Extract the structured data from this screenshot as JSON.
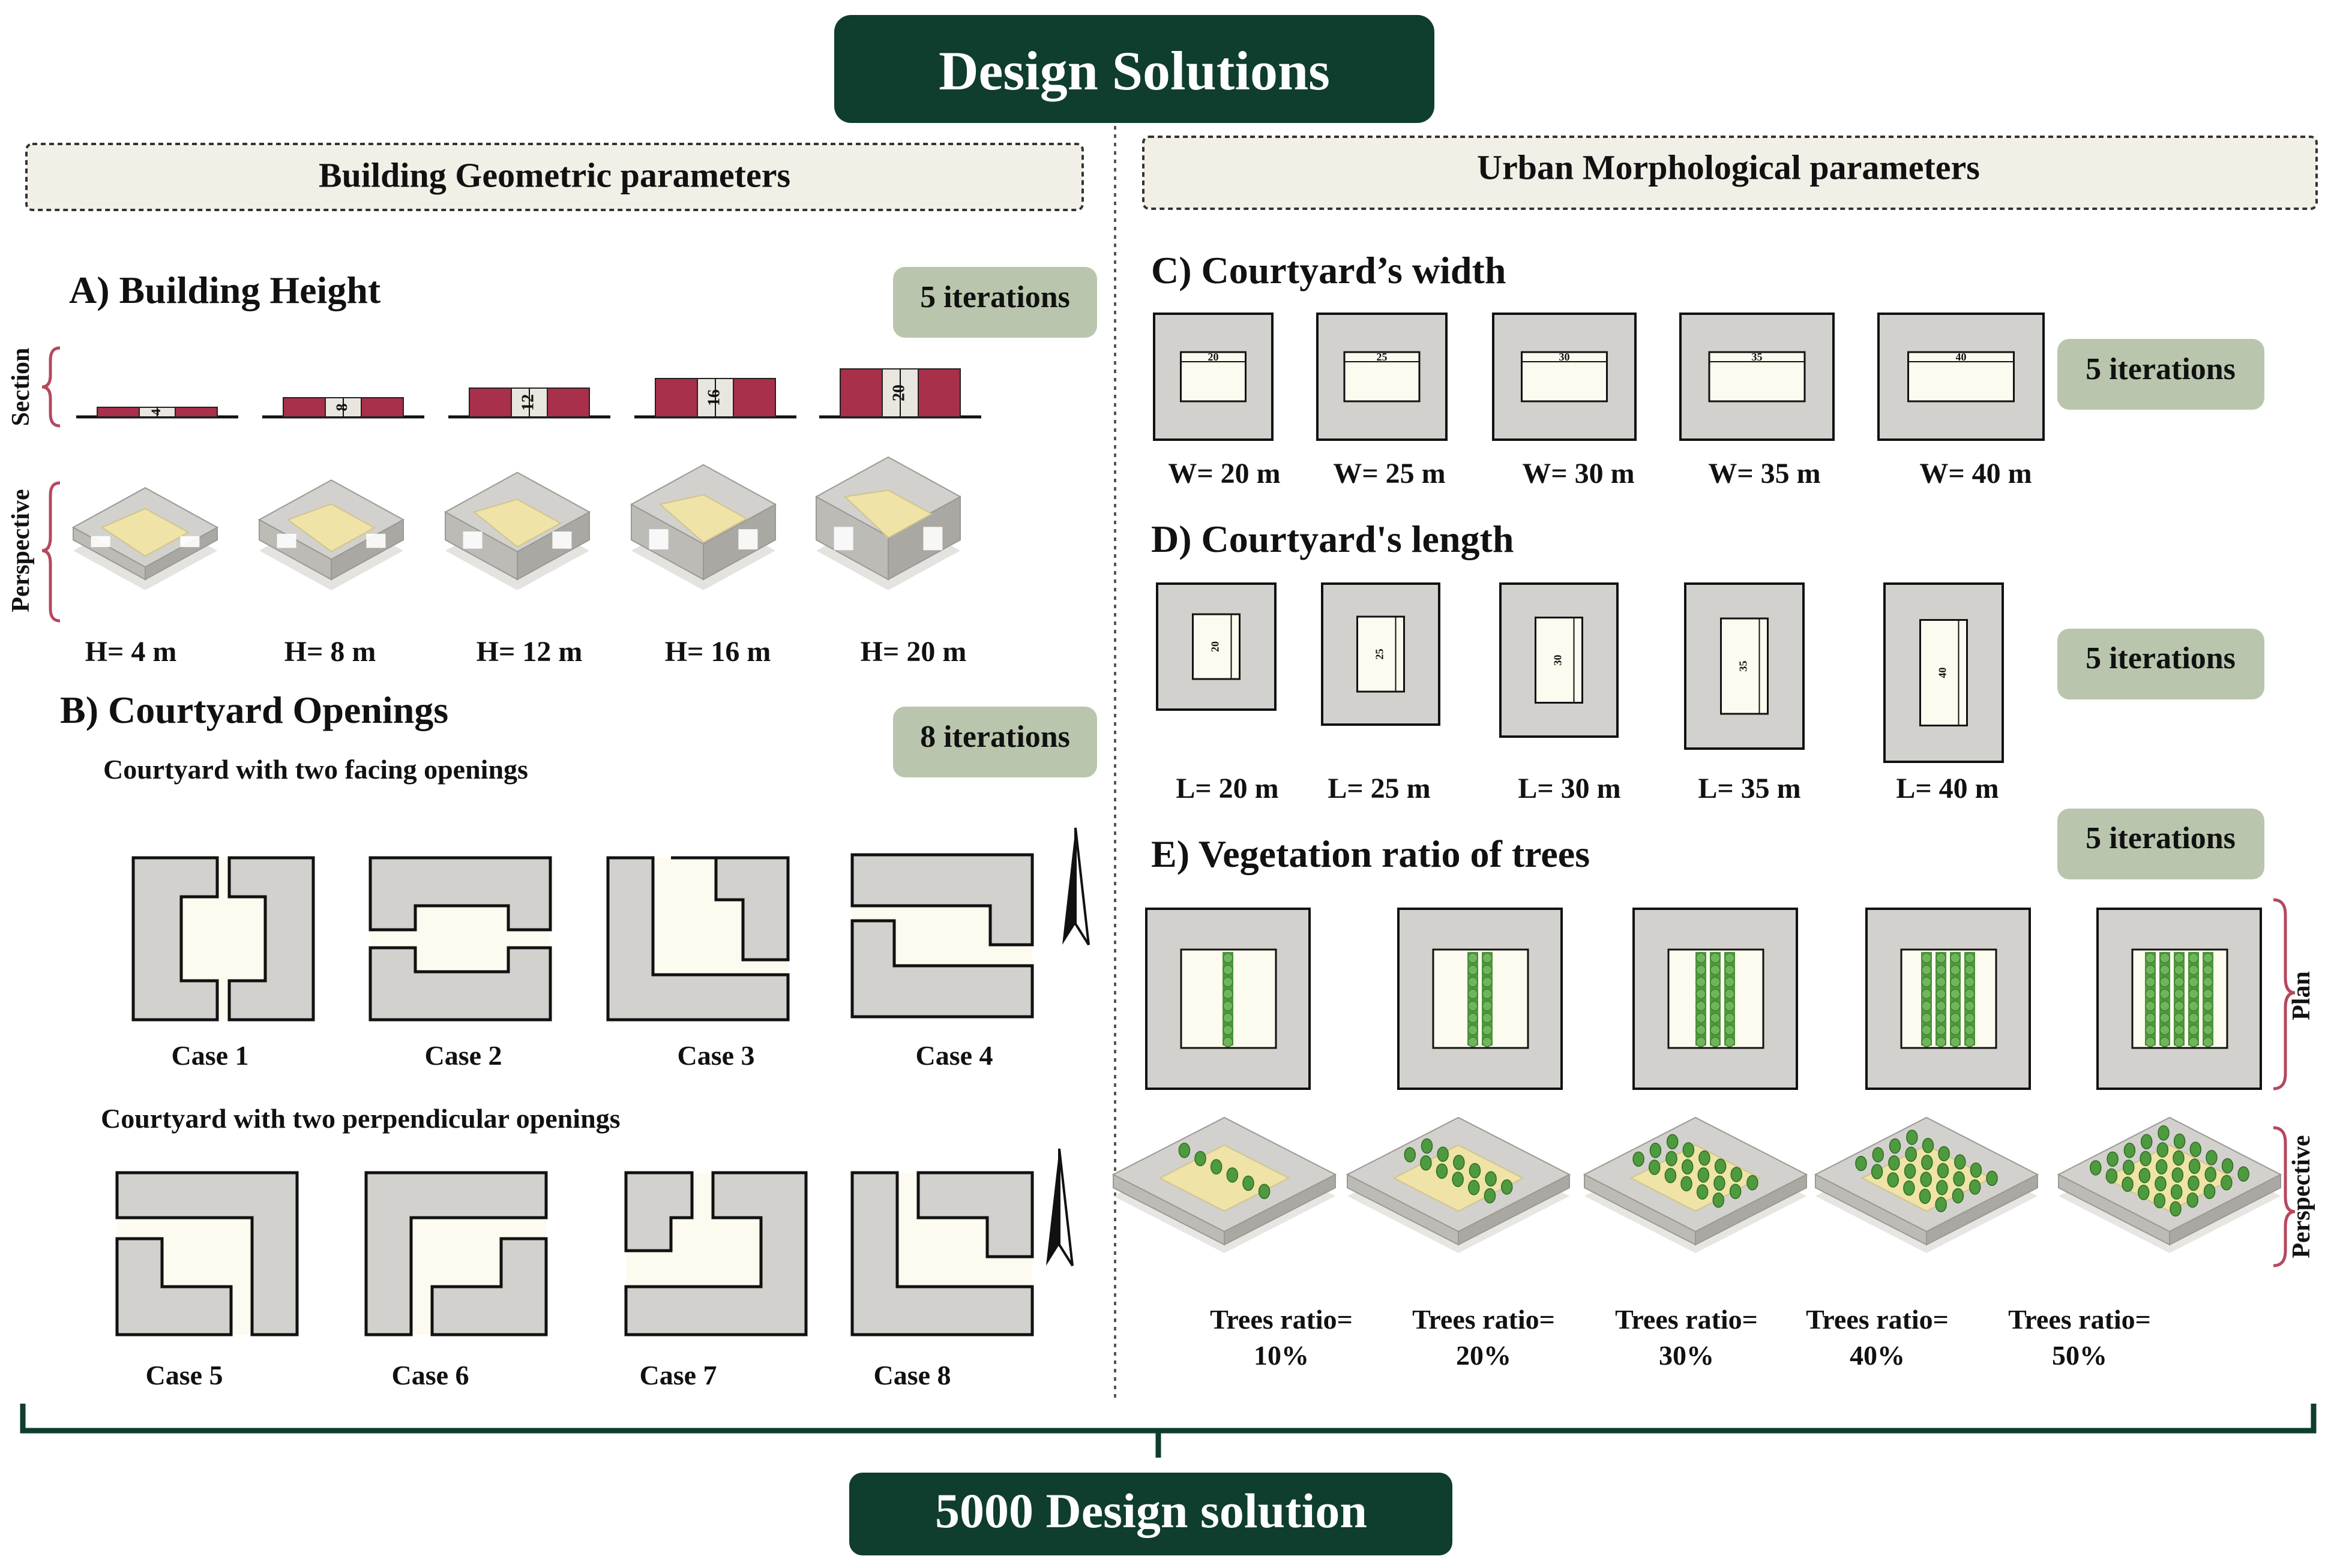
{
  "title": "Design Solutions",
  "footer": "5000 Design solution",
  "left_group": "Building Geometric parameters",
  "right_group": "Urban Morphological parameters",
  "side_labels": {
    "section": "Section",
    "perspective": "Perspective",
    "plan": "Plan"
  },
  "colors": {
    "dark_green": "#0f3d2e",
    "badge_green": "#b9c6ad",
    "header_fill": "#f1efe6",
    "building_grey": "#d3d1cd",
    "courtyard_cream": "#fdfbef",
    "section_red": "#a8304a",
    "sand": "#efe3a8",
    "tree_green": "#4e9a3e",
    "brace_red": "#b5485e"
  },
  "sections": {
    "A": {
      "title": "A) Building Height",
      "badge": "5 iterations",
      "heights_m": [
        4,
        8,
        12,
        16,
        20
      ],
      "dimension_labels": [
        "4",
        "8",
        "12",
        "16",
        "20"
      ],
      "labels": [
        "H= 4 m",
        "H= 8 m",
        "H= 12 m",
        "H= 16 m",
        "H= 20 m"
      ]
    },
    "B": {
      "title": "B) Courtyard Openings",
      "badge": "8 iterations",
      "facing_subtitle": "Courtyard with two facing openings",
      "perpendicular_subtitle": "Courtyard with two perpendicular openings",
      "cases": [
        "Case 1",
        "Case 2",
        "Case 3",
        "Case 4",
        "Case 5",
        "Case 6",
        "Case 7",
        "Case 8"
      ]
    },
    "C": {
      "title": "C) Courtyard’s width",
      "badge": "5 iterations",
      "widths_m": [
        20,
        25,
        30,
        35,
        40
      ],
      "dimension_labels": [
        "20",
        "25",
        "30",
        "35",
        "40"
      ],
      "labels": [
        "W= 20 m",
        "W= 25 m",
        "W= 30 m",
        "W= 35 m",
        "W= 40 m"
      ]
    },
    "D": {
      "title": "D) Courtyard's length",
      "badge": "5 iterations",
      "lengths_m": [
        20,
        25,
        30,
        35,
        40
      ],
      "dimension_labels": [
        "20",
        "25",
        "30",
        "35",
        "40"
      ],
      "labels": [
        "L= 20 m",
        "L= 25 m",
        "L= 30 m",
        "L= 35 m",
        "L= 40 m"
      ]
    },
    "E": {
      "title": "E) Vegetation ratio of trees",
      "badge": "5 iterations",
      "ratios_percent": [
        10,
        20,
        30,
        40,
        50
      ],
      "labels": [
        [
          "Trees ratio=",
          "10%"
        ],
        [
          "Trees ratio=",
          "20%"
        ],
        [
          "Trees ratio=",
          "30%"
        ],
        [
          "Trees ratio=",
          "40%"
        ],
        [
          "Trees ratio=",
          "50%"
        ]
      ]
    }
  }
}
